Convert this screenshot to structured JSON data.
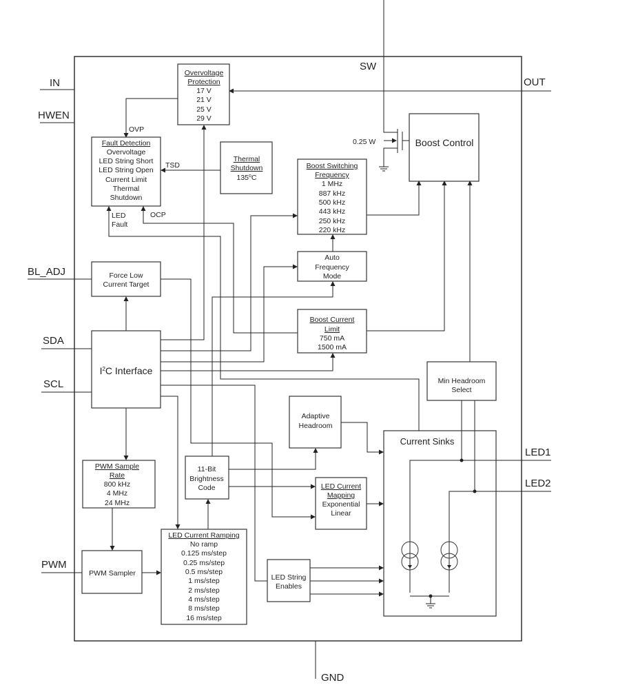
{
  "pins": {
    "in": "IN",
    "hwen": "HWEN",
    "bl_adj": "BL_ADJ",
    "sda": "SDA",
    "scl": "SCL",
    "pwm": "PWM",
    "out": "OUT",
    "led1": "LED1",
    "led2": "LED2",
    "sw": "SW",
    "gnd": "GND"
  },
  "signals": {
    "ovp": "OVP",
    "tsd": "TSD",
    "led_fault_1": "LED",
    "led_fault_2": "Fault",
    "ocp": "OCP",
    "power": "0.25 W"
  },
  "blocks": {
    "ovp": {
      "title": [
        "Overvoltage",
        "Protection"
      ],
      "items": [
        "17 V",
        "21 V",
        "25 V",
        "29 V"
      ]
    },
    "fault": {
      "title": "Fault Detection",
      "items": [
        "Overvoltage",
        "LED String Short",
        "LED String Open",
        "Current Limit",
        "Thermal",
        "Shutdown"
      ]
    },
    "thermal": {
      "title": [
        "Thermal",
        "Shutdown"
      ],
      "value": "135",
      "unit_sup": "o",
      "unit": "C"
    },
    "bsf": {
      "title": [
        "Boost Switching",
        "Frequency"
      ],
      "items": [
        "1 MHz",
        "887 kHz",
        "500 kHz",
        "443 kHz",
        "250 kHz",
        "220 kHz"
      ]
    },
    "auto": {
      "lines": [
        "Auto",
        "Frequency",
        "Mode"
      ]
    },
    "bcl": {
      "title": [
        "Boost Current",
        "Limit"
      ],
      "items": [
        "750 mA",
        "1500 mA"
      ]
    },
    "boost_control": "Boost Control",
    "force_low": {
      "lines": [
        "Force Low",
        "Current Target"
      ]
    },
    "i2c": {
      "pre": "I",
      "sup": "2",
      "post": "C Interface"
    },
    "pwm_rate": {
      "title": [
        "PWM Sample",
        "Rate"
      ],
      "items": [
        "800 kHz",
        "4 MHz",
        "24 MHz"
      ]
    },
    "pwm_sampler": "PWM Sampler",
    "ramping": {
      "title": "LED Current Ramping",
      "items": [
        "No ramp",
        "0.125 ms/step",
        "0.25 ms/step",
        "0.5 ms/step",
        "1 ms/step",
        "2 ms/step",
        "4 ms/step",
        "8 ms/step",
        "16 ms/step"
      ]
    },
    "brightness": {
      "lines": [
        "11-Bit",
        "Brightness",
        "Code"
      ]
    },
    "adaptive": {
      "lines": [
        "Adaptive",
        "Headroom"
      ]
    },
    "mapping": {
      "title": [
        "LED Current",
        "Mapping"
      ],
      "items": [
        "Exponential",
        "Linear"
      ]
    },
    "enables": {
      "lines": [
        "LED String",
        "Enables"
      ]
    },
    "sinks": "Current Sinks",
    "min_headroom": {
      "lines": [
        "Min Headroom",
        "Select"
      ]
    }
  }
}
